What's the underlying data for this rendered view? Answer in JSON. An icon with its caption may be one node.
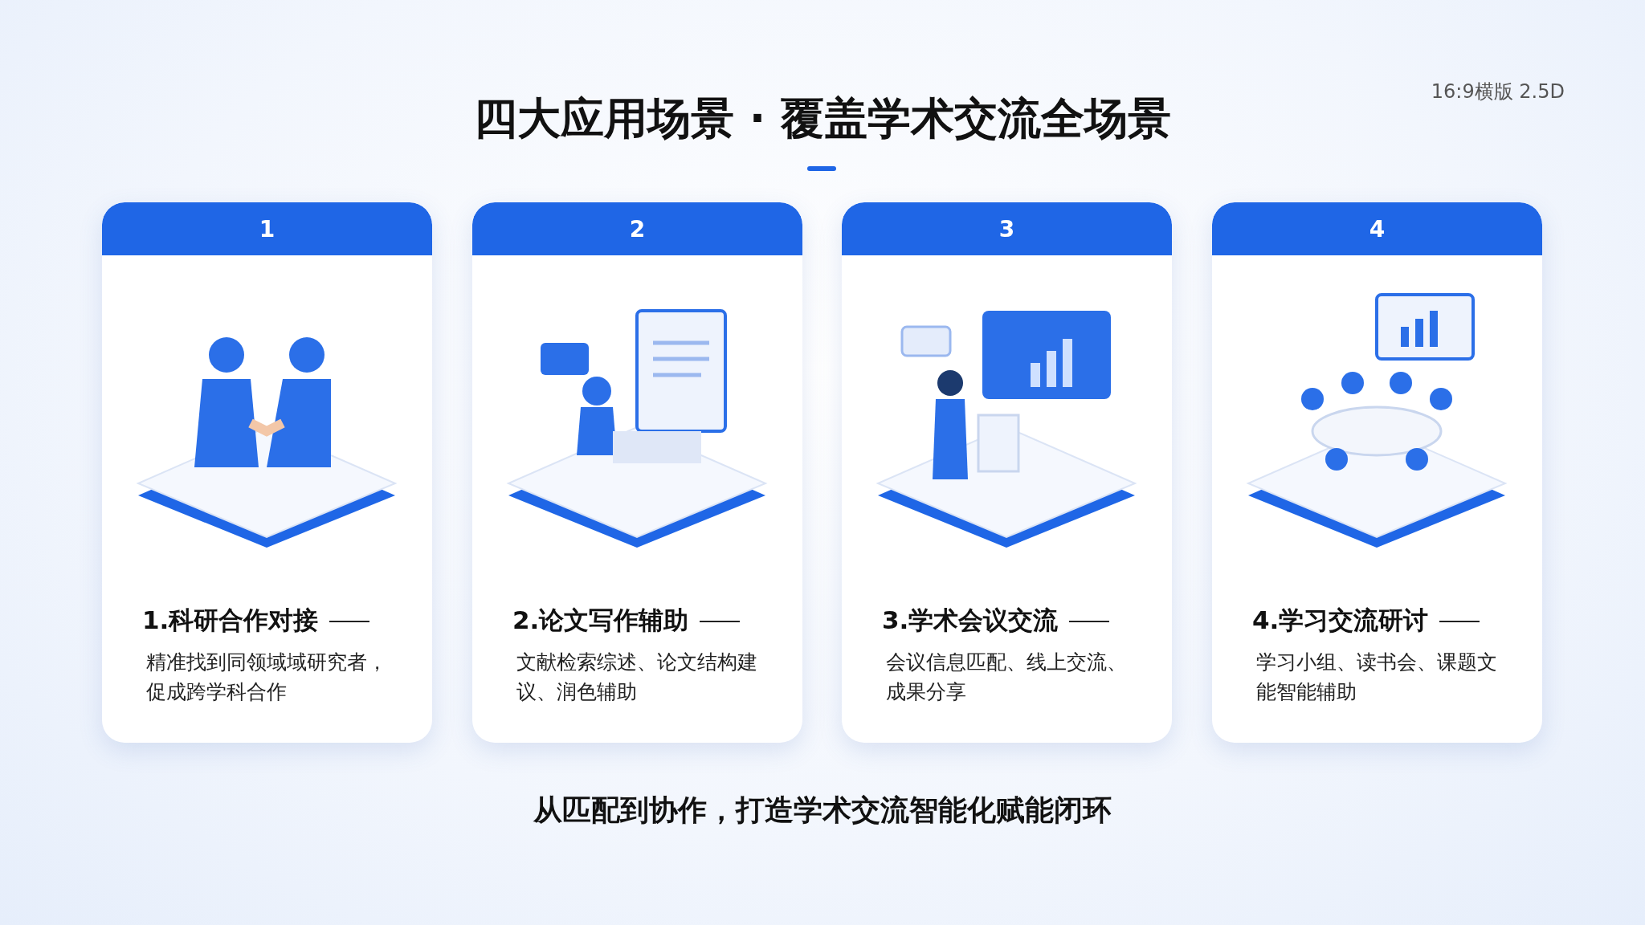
{
  "diagram": {
    "title": "四大应用场景 · 覆盖学术交流全场景",
    "caption": "从匹配到协作，打造学术交流智能化赋能闭环",
    "nodes": [
      {
        "text": [
          "1",
          "1.科研合作对接",
          "精准找到同领域域研究者，促成跨学科合作"
        ]
      },
      {
        "text": [
          "2",
          "2.论文写作辅助",
          "文献检索综述、论文结构建议、润色辅助"
        ]
      },
      {
        "text": [
          "3",
          "3.学术会议交流",
          "会议信息匹配、线上交流、成果分享"
        ]
      },
      {
        "text": [
          "4",
          "4.学习交流研讨",
          "学习小组、读书会、课题文能智能辅助"
        ]
      }
    ],
    "labels": [
      "16:9横版 2.5D"
    ]
  }
}
